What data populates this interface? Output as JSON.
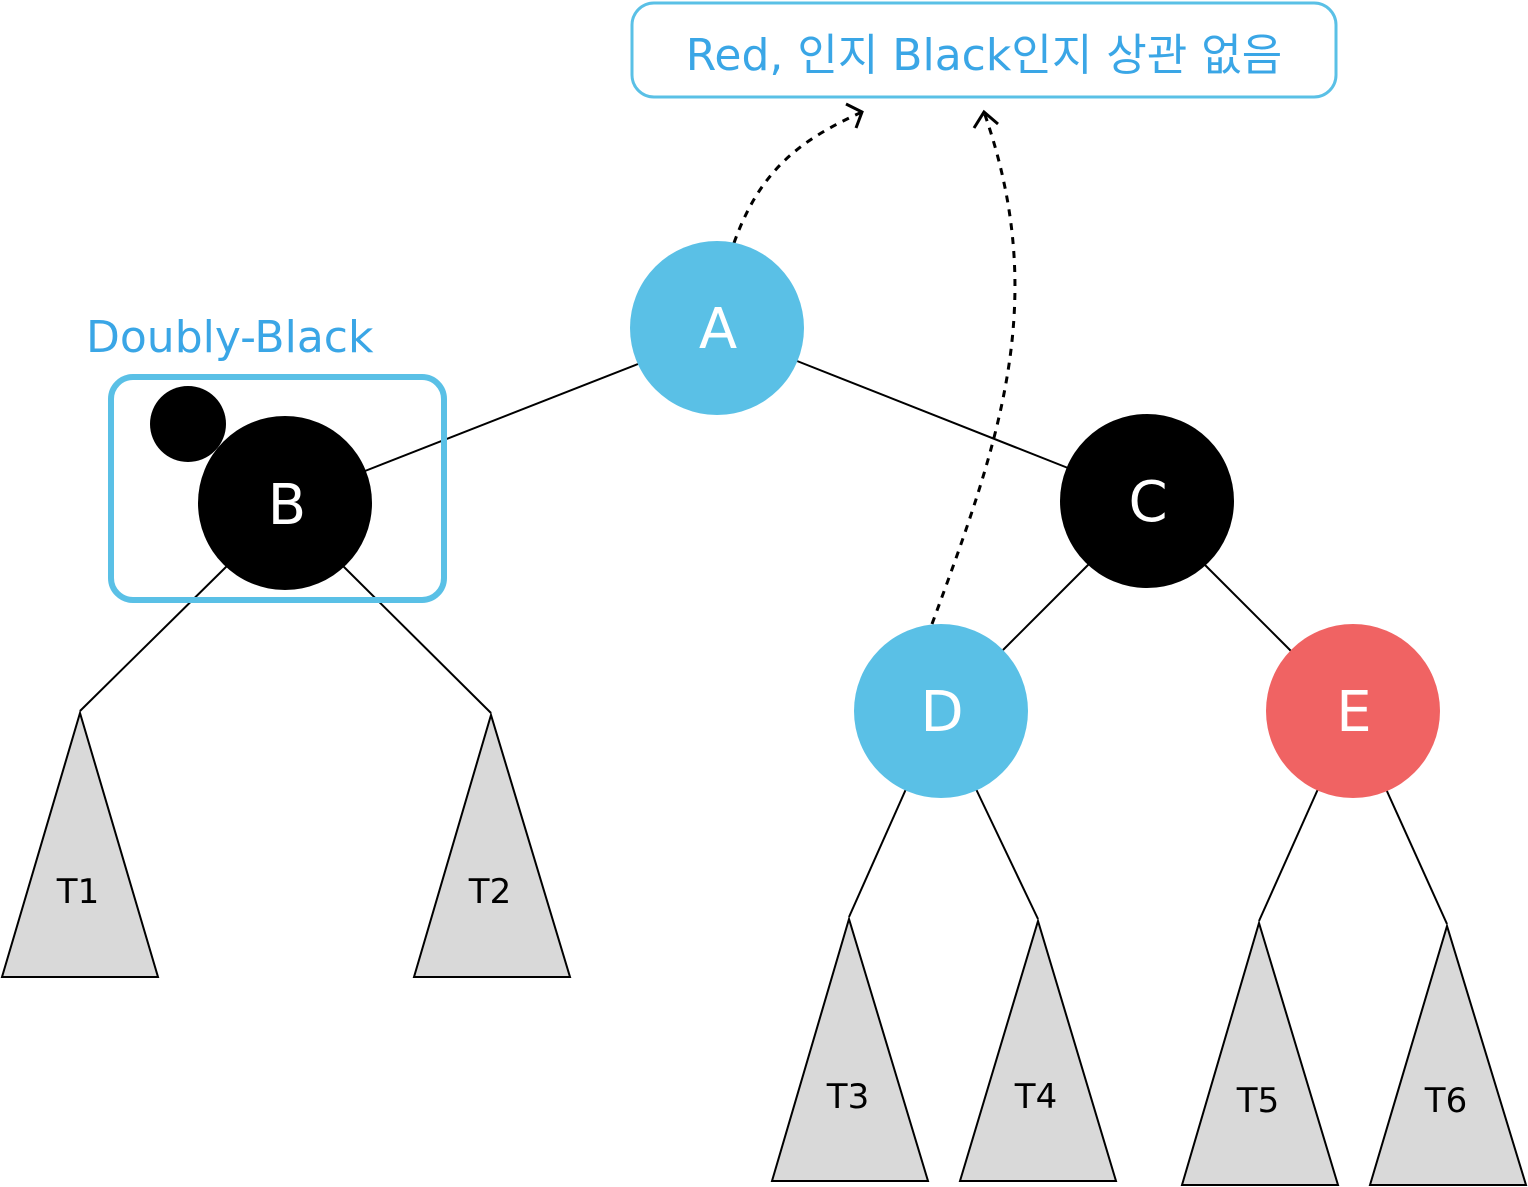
{
  "colors": {
    "node_blue": "#5ac0e6",
    "node_black": "#000000",
    "node_red": "#f06363",
    "subtree_fill": "#d9d9d9",
    "annotation_blue": "#3aa6e6",
    "highlight_border": "#5ac0e6"
  },
  "annotation": {
    "note_text": "Red, 인지 Black인지 상관 없음",
    "doubly_black_label": "Doubly-Black"
  },
  "nodes": {
    "a": {
      "label": "A",
      "color": "blue"
    },
    "b": {
      "label": "B",
      "color": "black",
      "extra_black": true
    },
    "c": {
      "label": "C",
      "color": "black"
    },
    "d": {
      "label": "D",
      "color": "blue"
    },
    "e": {
      "label": "E",
      "color": "red"
    }
  },
  "subtrees": {
    "t1": {
      "label": "T1",
      "parent": "B"
    },
    "t2": {
      "label": "T2",
      "parent": "B"
    },
    "t3": {
      "label": "T3",
      "parent": "D"
    },
    "t4": {
      "label": "T4",
      "parent": "D"
    },
    "t5": {
      "label": "T5",
      "parent": "E"
    },
    "t6": {
      "label": "T6",
      "parent": "E"
    }
  },
  "arrows": [
    {
      "from": "A",
      "to": "note"
    },
    {
      "from": "D",
      "to": "note"
    }
  ]
}
